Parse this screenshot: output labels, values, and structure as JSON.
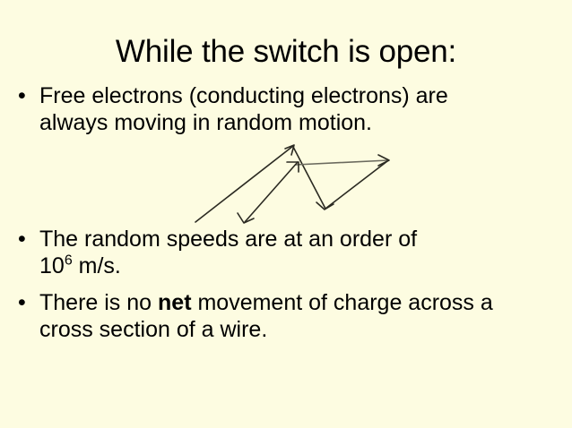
{
  "slide": {
    "background_color": "#fdfce1",
    "text_color": "#000000",
    "title": "While the switch is open:",
    "bullets": [
      {
        "marker": "•",
        "line1": "Free electrons (conducting electrons) are",
        "line2": "always moving in random motion."
      },
      {
        "marker": "•",
        "line1": "The random speeds are at an order of",
        "line2_prefix": "10",
        "line2_sup": "6",
        "line2_suffix": " m/s."
      },
      {
        "marker": "•",
        "line1_before": "There is no ",
        "line1_bold": "net",
        "line1_after": " movement of charge across a",
        "line2": "cross section of a wire."
      }
    ],
    "diagram": {
      "name": "random-motion-arrows",
      "description": "Zigzag path of arrows depicting random electron motion",
      "stroke_color": "#2b2a22",
      "stroke_color_secondary": "#6b6a5e",
      "stroke_width": 1.6
    }
  }
}
